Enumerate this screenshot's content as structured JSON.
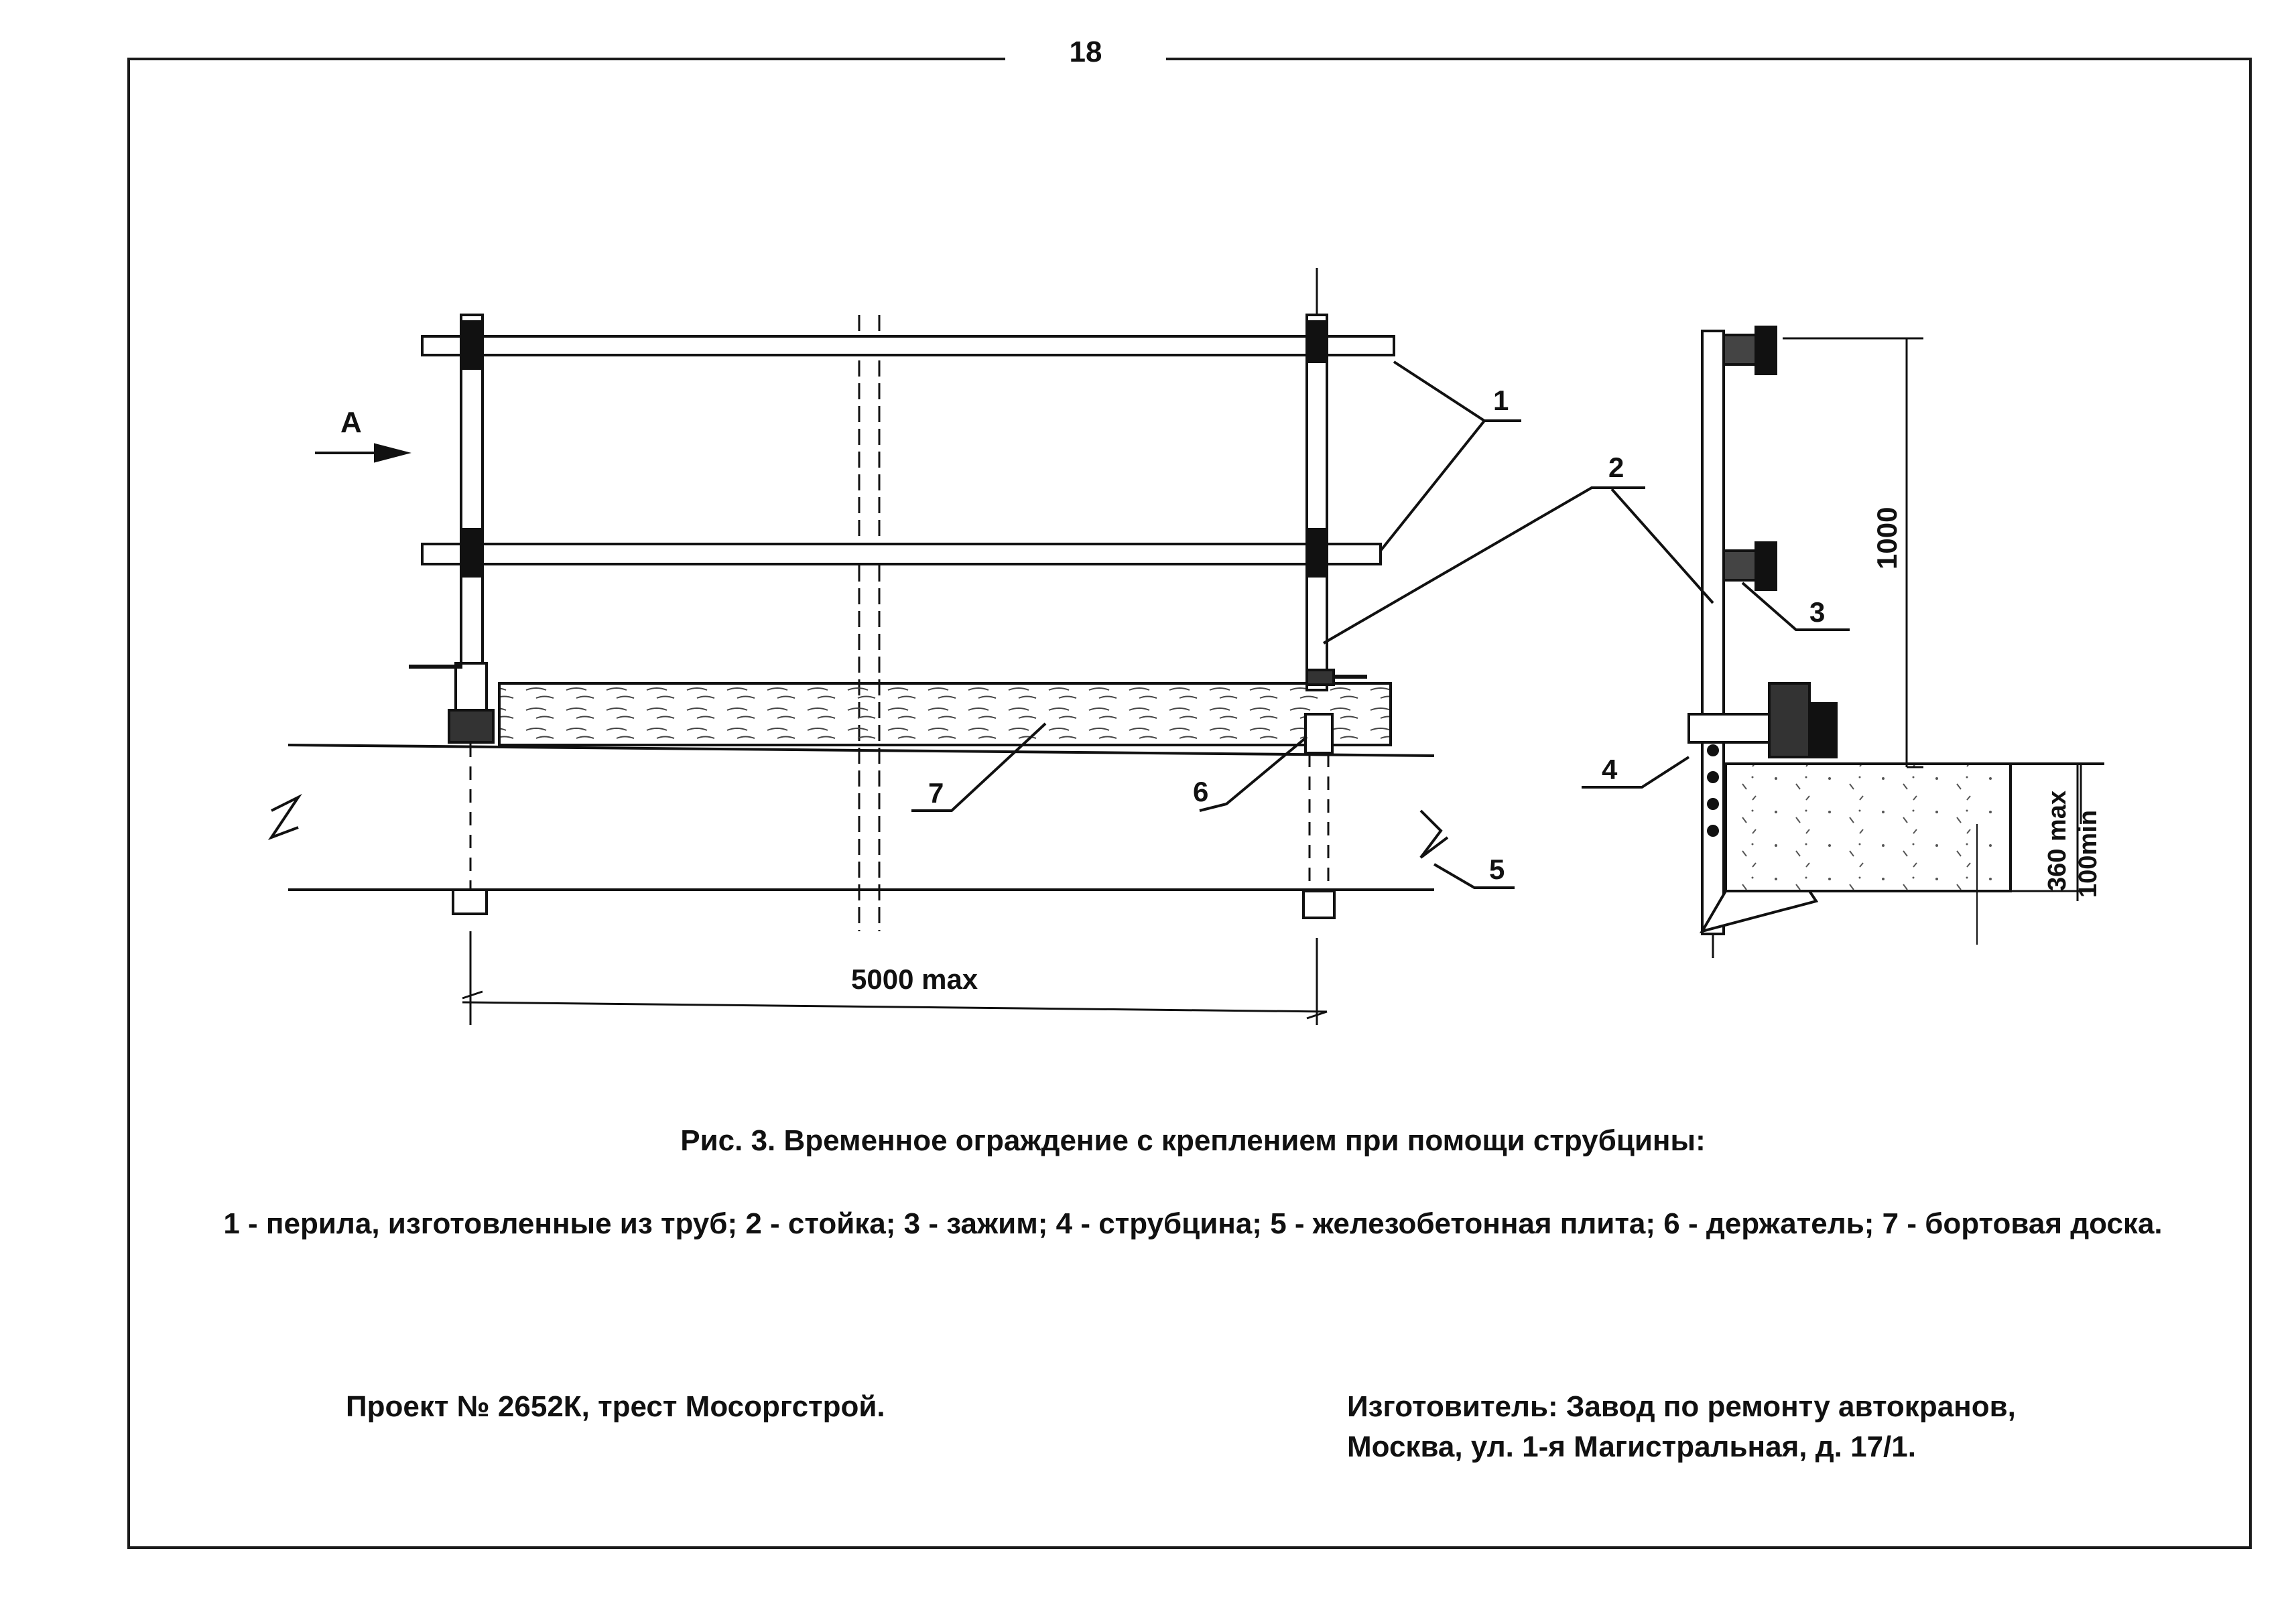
{
  "page_number": "18",
  "drawing": {
    "view_arrow_label": "А",
    "dimension_span": "5000 max",
    "dimension_height": "1000",
    "dimension_slab_max": "360 max",
    "dimension_slab_min": "100min",
    "callouts": [
      "1",
      "2",
      "3",
      "4",
      "5",
      "6",
      "7"
    ]
  },
  "caption": {
    "title": "Рис. 3. Временное ограждение с креплением при помощи струбцины:",
    "legend": "1 - перила, изготовленные из труб; 2 - стойка; 3 - зажим; 4 - струбцина; 5 - железобетонная плита; 6 - держатель; 7 - бортовая доска."
  },
  "footer": {
    "project": "Проект № 2652К, трест Мосоргстрой.",
    "maker_line1": "Изготовитель: Завод по ремонту автокранов,",
    "maker_line2": "Москва, ул. 1-я Магистральная, д. 17/1."
  }
}
